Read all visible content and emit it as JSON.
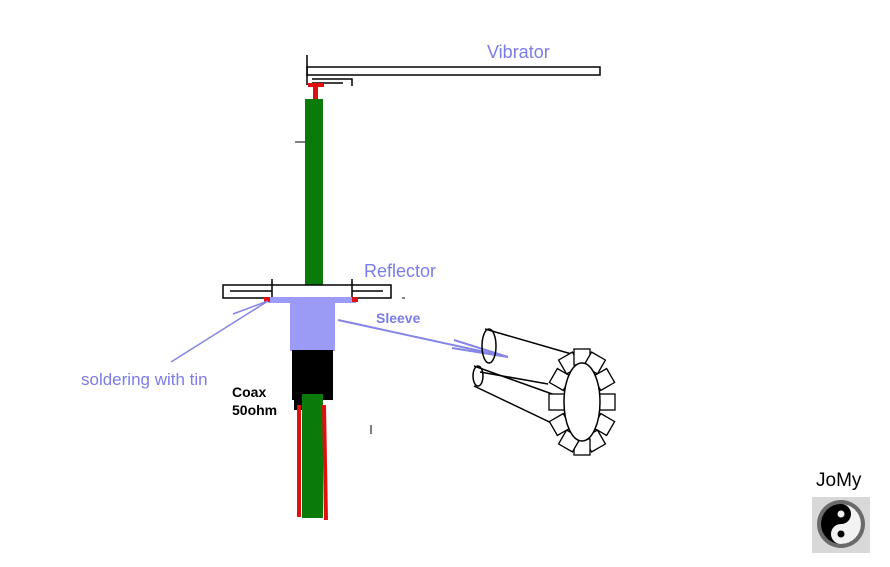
{
  "labels": {
    "vibrator": "Vibrator",
    "reflector": "Reflector",
    "sleeve": "Sleeve",
    "soldering": "soldering with tin",
    "coax_line1": "Coax",
    "coax_line2": "50ohm",
    "brand": "JoMy"
  },
  "icons": {
    "brand_logo": "yin-yang-icon"
  },
  "colors": {
    "label": "#7b7bea",
    "arrow": "#8585e8",
    "green_rod": "#0a7a0a",
    "red_contact": "#e01010",
    "sleeve_fill": "#9b9bf5",
    "coax_black": "#000000"
  }
}
